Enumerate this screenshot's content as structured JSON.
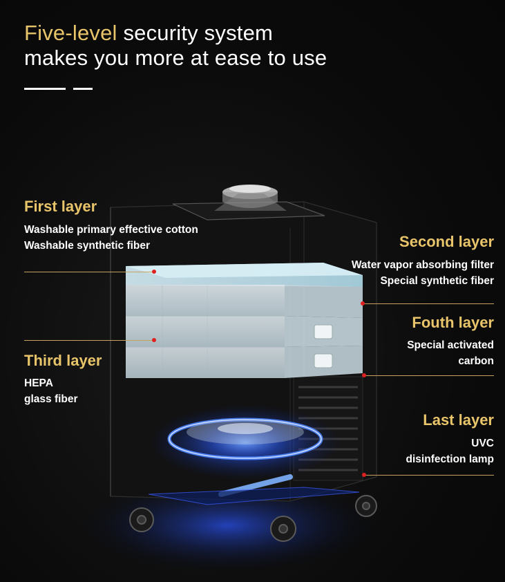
{
  "headline": {
    "accent": "Five-level",
    "rest_line1": " security system",
    "line2": "makes you more at ease to use"
  },
  "layers": {
    "first": {
      "title": "First layer",
      "desc1": "Washable primary effective cotton",
      "desc2": "Washable synthetic fiber"
    },
    "second": {
      "title": "Second layer",
      "desc1": "Water vapor absorbing filter",
      "desc2": "Special synthetic fiber"
    },
    "third": {
      "title": "Third layer",
      "desc1": "HEPA",
      "desc2": "glass fiber"
    },
    "fourth": {
      "title": "Fouth layer",
      "desc1": "Special activated",
      "desc2": "carbon"
    },
    "last": {
      "title": "Last layer",
      "desc1": "UVC",
      "desc2": "disinfection lamp"
    }
  },
  "colors": {
    "accent": "#e8c46a",
    "leader": "#c6a45e",
    "dot": "#e02020",
    "uvc_glow": "#2a6cff"
  }
}
